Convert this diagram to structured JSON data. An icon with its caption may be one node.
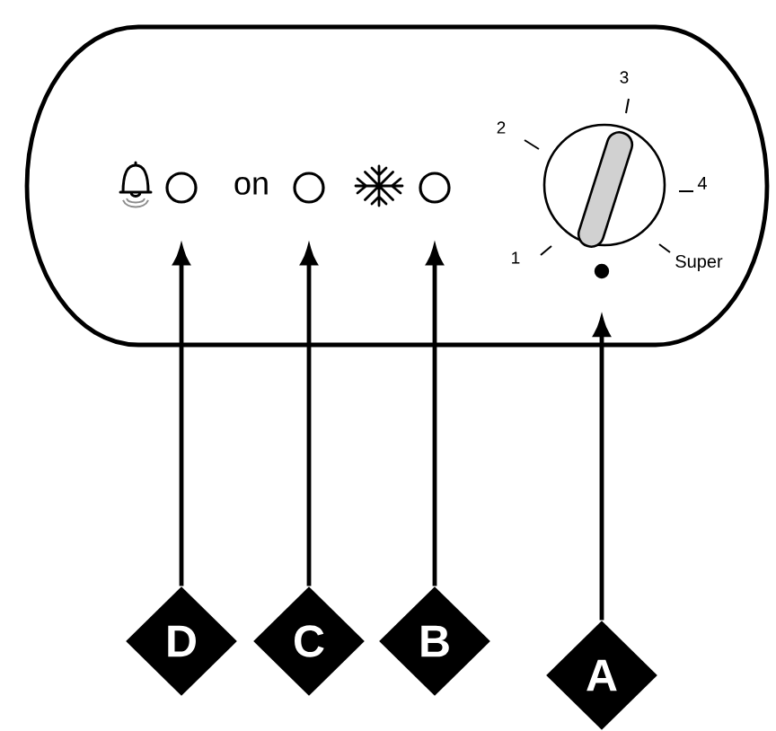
{
  "diagram": {
    "nodes": [
      {
        "text": [],
        "shape": "circle"
      },
      {
        "text": [],
        "shape": "circle"
      },
      {
        "text": [],
        "shape": "circle"
      },
      {
        "text": [],
        "shape": "circle"
      },
      {
        "text": [
          "D"
        ]
      },
      {
        "text": [
          "C"
        ]
      },
      {
        "text": [
          "B"
        ]
      },
      {
        "text": [
          "A"
        ]
      }
    ],
    "edges": [
      {
        "from": 4,
        "to": 0,
        "arrow": "to"
      },
      {
        "from": 5,
        "to": 1,
        "arrow": "to"
      },
      {
        "from": 6,
        "to": 2,
        "arrow": "to"
      },
      {
        "from": 7,
        "to": 3,
        "arrow": "to"
      }
    ],
    "labels": [
      "3",
      "2",
      "on",
      "4",
      "1",
      "Super"
    ]
  }
}
